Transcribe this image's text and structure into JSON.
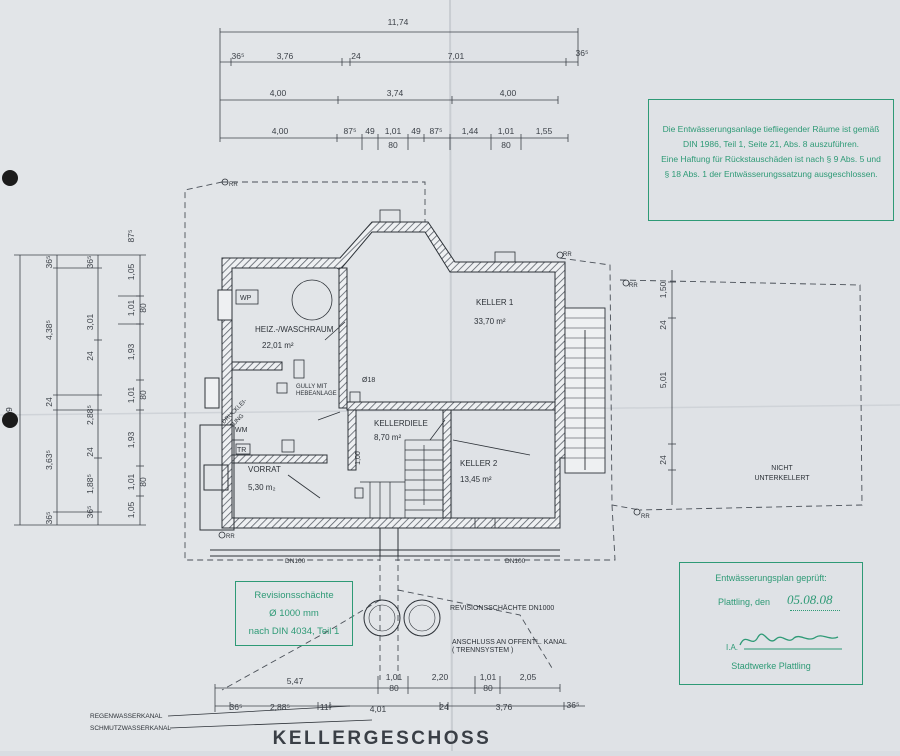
{
  "title": "KELLERGESCHOSS",
  "dimensions": {
    "top_total": "11,74",
    "top_row1": [
      "36⁵",
      "3,76",
      "24",
      "7,01",
      "36⁵"
    ],
    "top_row2": [
      "4,00",
      "3,74",
      "4,00"
    ],
    "top_row3": [
      "4,00",
      "87⁵",
      "49",
      "1,01",
      "49",
      "87⁵",
      "1,44",
      "1,01",
      "1,55"
    ],
    "top_row3_sub": [
      "80",
      "80"
    ],
    "left_outer": [
      "36⁵",
      "4,38⁵",
      "24",
      "3,63⁵",
      "36⁵"
    ],
    "left_middle": [
      "36⁵",
      "3,01",
      "24",
      "2,88⁵",
      "24",
      "1,88⁵",
      "36⁵"
    ],
    "left_inner": [
      "87⁵",
      "1,05",
      "1,01",
      "80",
      "1,93",
      "1,01",
      "80",
      "1,93",
      "1,01",
      "80",
      "1,05"
    ],
    "left_edge": "99",
    "right": [
      "1,50",
      "24",
      "5,01",
      "24"
    ],
    "bottom_row1": [
      "5,47",
      "1,01",
      "80",
      "2,20",
      "1,01",
      "80",
      "2,05"
    ],
    "bottom_row2": [
      "36⁵",
      "2,88⁵",
      "11⁵",
      "4,01",
      "24",
      "3,76",
      "36⁵"
    ]
  },
  "rooms": {
    "heiz_name": "HEIZ.-/WASCHRAUM",
    "heiz_area": "22,01 m²",
    "keller1_name": "KELLER 1",
    "keller1_area": "33,70 m²",
    "kellerdiele_name": "KELLERDIELE",
    "kellerdiele_area": "8,70 m²",
    "keller2_name": "KELLER 2",
    "keller2_area": "13,45 m²",
    "vorrat_name": "VORRAT",
    "vorrat_area": "5,30 m₂",
    "nicht_line1": "NICHT",
    "nicht_line2": "UNTERKELLERT"
  },
  "fixtures": {
    "wp": "WP",
    "wm": "WM",
    "tr": "TR",
    "gully_line1": "GULLY MIT",
    "gully_line2": "HEBEANLAGE",
    "druckleitung_line1": "DRUCKLEI-",
    "druckleitung_line2": "TUNG",
    "diameter_018": "Ø18",
    "rr_label": "RR",
    "door_100": "1,00"
  },
  "pipes": {
    "dn100_a": "DN100",
    "dn100_b": "DN100",
    "revision_label": "REVISIONSSCHÄCHTE DN1000",
    "anschluss_line1": "ANSCHLUSS AN OFFENTL. KANAL",
    "anschluss_line2": "( TRENNSYSTEM )",
    "regenwasser": "REGENWASSERKANAL",
    "schmutzwasser": "SCHMUTZWASSERKANAL"
  },
  "stamp_notice": {
    "line1": "Die Entwässerungsanlage tiefliegender Räume ist gemäß",
    "line2": "DIN 1986, Teil 1, Seite 21, Abs. 8 auszuführen.",
    "line3": "Eine Haftung für Rückstauschäden ist nach § 9 Abs. 5 und",
    "line4": "§ 18 Abs. 1 der Entwässerungssatzung ausgeschlossen."
  },
  "stamp_revision": {
    "line1": "Revisionsschächte",
    "line2": "Ø 1000 mm",
    "line3": "nach DIN 4034, Teil 1"
  },
  "stamp_approval": {
    "line1": "Entwässerungsplan geprüft:",
    "line2": "Plattling, den",
    "date": "05.08.08",
    "ia": "I.A.",
    "line3": "Stadtwerke Plattling"
  },
  "colors": {
    "paper": "#dfe2e6",
    "ink": "#3c4148",
    "stamp": "#2e9a76"
  }
}
